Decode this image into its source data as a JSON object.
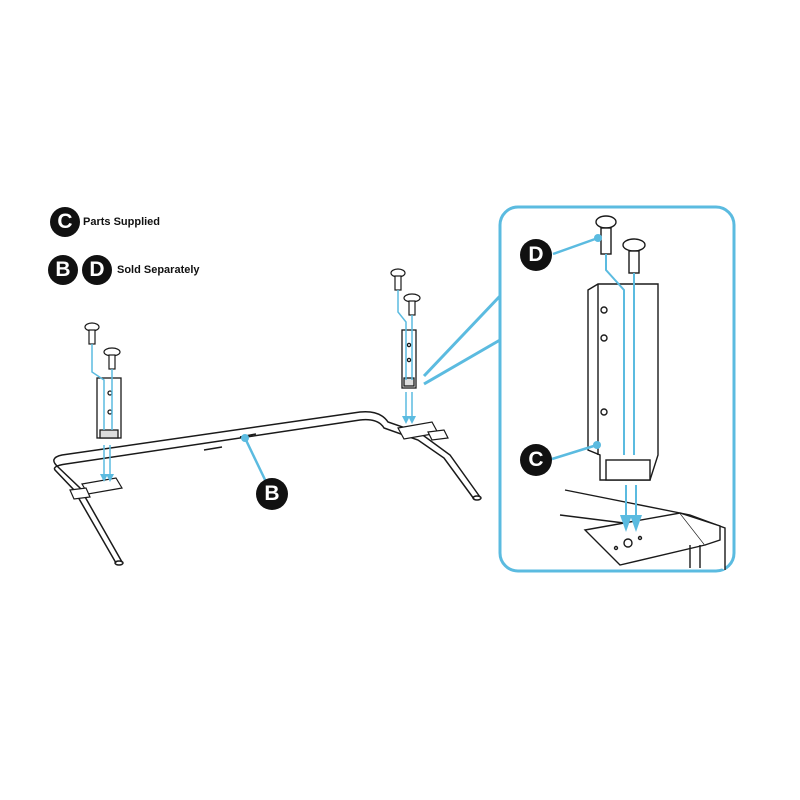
{
  "legend": {
    "supplied": {
      "badge": "C",
      "text": "Parts Supplied"
    },
    "separate": {
      "badges": [
        "B",
        "D"
      ],
      "text": "Sold Separately"
    }
  },
  "callouts": {
    "frame": "B",
    "screw": "D",
    "bracket": "C"
  },
  "colors": {
    "accent": "#5bbbe0",
    "ink": "#1a1a1a",
    "badge": "#111111"
  }
}
